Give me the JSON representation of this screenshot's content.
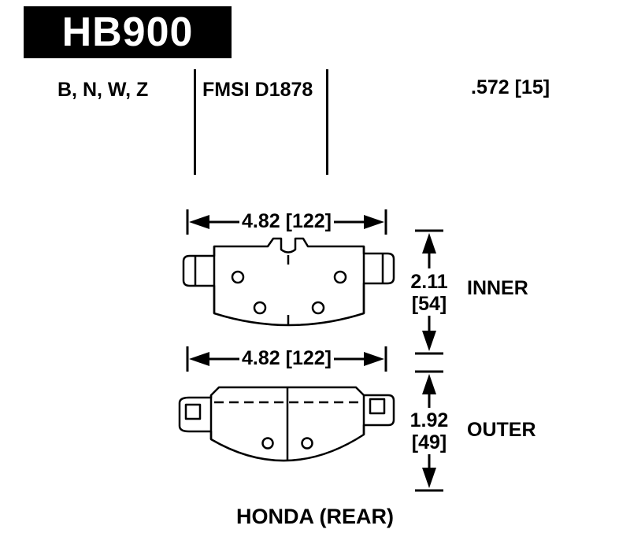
{
  "header": {
    "part_number": "HB900",
    "compounds": "B, N, W, Z",
    "fmsi": "FMSI D1878",
    "thickness": ".572 [15]"
  },
  "inner": {
    "width_dim": "4.82 [122]",
    "height_value": "2.11",
    "height_mm": "[54]",
    "label": "INNER"
  },
  "outer": {
    "width_dim": "4.82 [122]",
    "height_value": "1.92",
    "height_mm": "[49]",
    "label": "OUTER"
  },
  "footer": {
    "application": "HONDA (REAR)"
  },
  "colors": {
    "ink": "#000000",
    "background": "#ffffff",
    "part_box_bg": "#000000",
    "part_box_text": "#ffffff"
  }
}
